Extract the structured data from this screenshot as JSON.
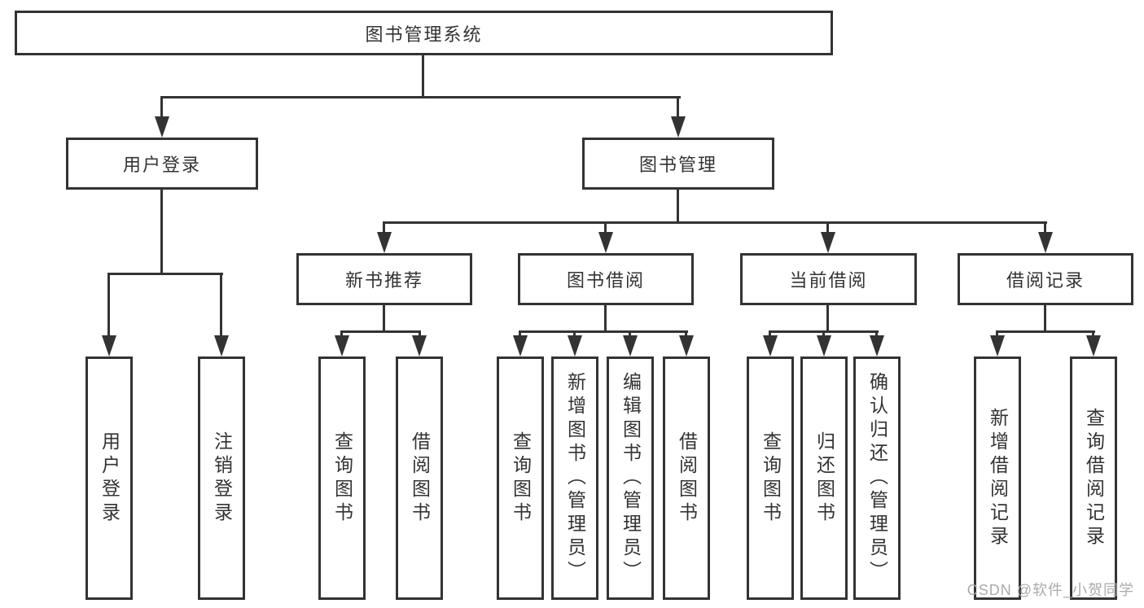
{
  "colors": {
    "line": "#333333",
    "box_border": "#333333",
    "text": "#333333",
    "background": "#ffffff",
    "watermark": "#ababab"
  },
  "watermark": "CSDN @软件_小贺同学",
  "tree": {
    "root": {
      "label": "图书管理系统"
    },
    "level2": [
      {
        "label": "用户登录"
      },
      {
        "label": "图书管理"
      }
    ],
    "level3": [
      {
        "label": "新书推荐"
      },
      {
        "label": "图书借阅"
      },
      {
        "label": "当前借阅"
      },
      {
        "label": "借阅记录"
      }
    ],
    "leaves": {
      "user_login": [
        {
          "label": "用户登录"
        },
        {
          "label": "注销登录"
        }
      ],
      "new_book_recommend": [
        {
          "label": "查询图书"
        },
        {
          "label": "借阅图书"
        }
      ],
      "book_borrowing": [
        {
          "label": "查询图书"
        },
        {
          "label": "新增图书（管理员）"
        },
        {
          "label": "编辑图书（管理员）"
        },
        {
          "label": "借阅图书"
        }
      ],
      "current_borrowing": [
        {
          "label": "查询图书"
        },
        {
          "label": "归还图书"
        },
        {
          "label": "确认归还（管理员）"
        }
      ],
      "borrowing_records": [
        {
          "label": "新增借阅记录"
        },
        {
          "label": "查询借阅记录"
        }
      ]
    }
  }
}
